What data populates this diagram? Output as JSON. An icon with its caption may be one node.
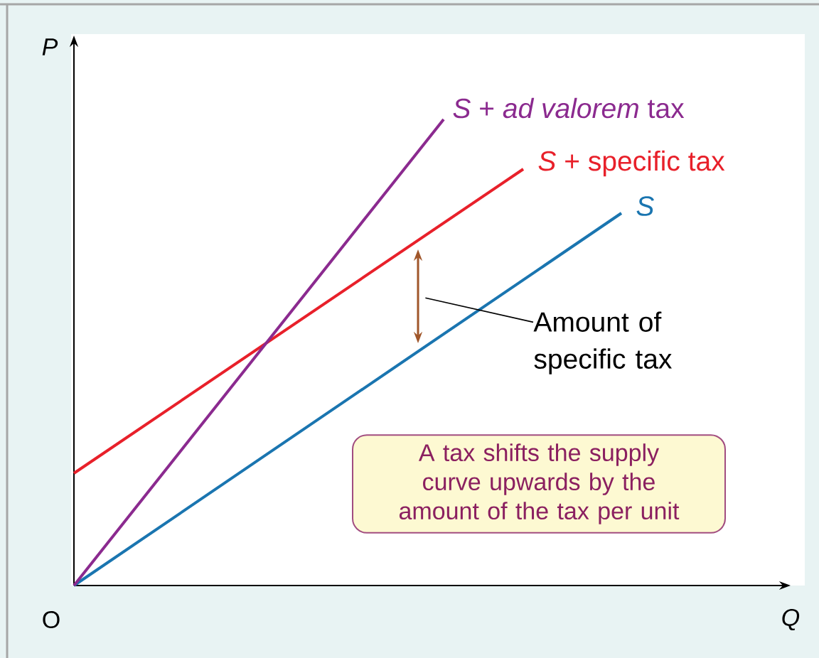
{
  "diagram": {
    "nodes": [
      {
        "text": [
          "A tax shifts the supply curve upwards by the amount of the tax per unit"
        ]
      },
      {
        "text": [
          "Amount of specific tax"
        ]
      },
      {
        "text": [],
        "shape": "arrow"
      }
    ],
    "edges": [
      {
        "from": 1,
        "to": 2,
        "arrow": "none"
      }
    ],
    "labels": [
      "P",
      "*S* + *ad valorem* tax",
      "*S* + specific tax",
      "S",
      "O",
      "Q"
    ]
  }
}
